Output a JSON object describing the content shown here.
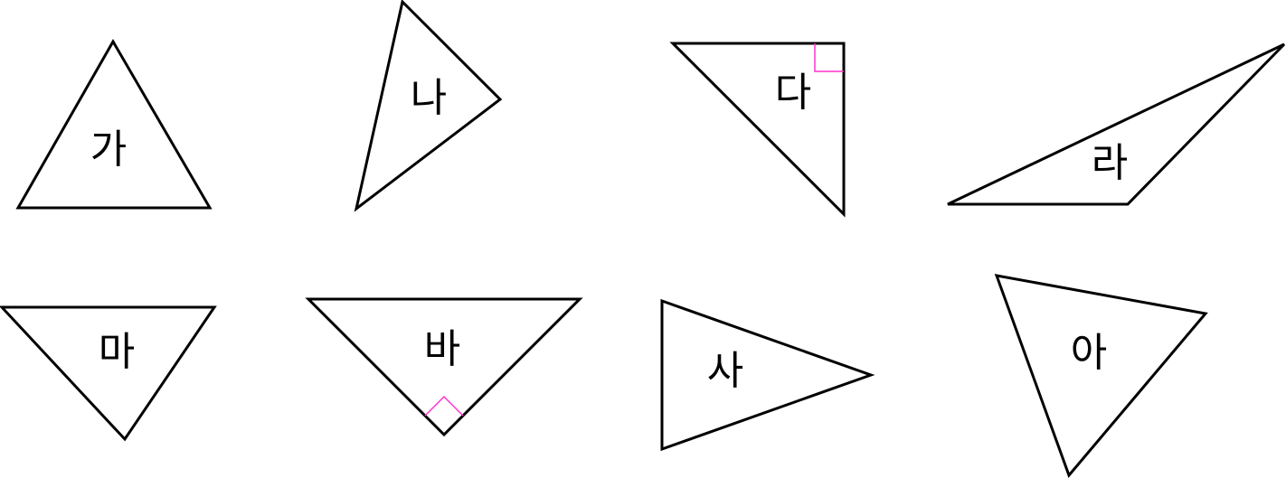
{
  "triangles": [
    {
      "label": "가"
    },
    {
      "label": "나"
    },
    {
      "label": "다",
      "right_angle_marked": true
    },
    {
      "label": "라"
    },
    {
      "label": "마"
    },
    {
      "label": "바",
      "right_angle_marked": true
    },
    {
      "label": "사"
    },
    {
      "label": "아"
    }
  ],
  "colors": {
    "outline": "#000000",
    "right_angle_mark": "#ff33cc",
    "background": "#ffffff"
  }
}
